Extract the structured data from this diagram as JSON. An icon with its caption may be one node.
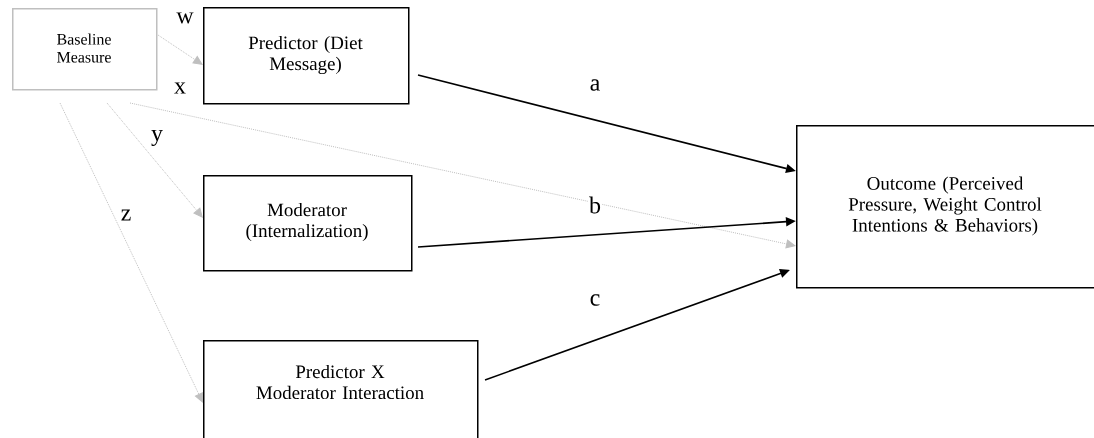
{
  "diagram": {
    "nodes": [
      {
        "text": [
          "Baseline Measure"
        ]
      },
      {
        "text": [
          "Predictor (Diet Message)"
        ]
      },
      {
        "text": [
          "Moderator (Internalization)"
        ]
      },
      {
        "text": [
          "Predictor X Moderator Interaction"
        ]
      },
      {
        "text": [
          "Outcome (Perceived Pressure, Weight Control Intentions & Behaviors)"
        ]
      }
    ],
    "edges": [
      {
        "from": 0,
        "to": 1,
        "arrow": "to",
        "label": "w",
        "style": "dashed",
        "color": "#bfbfbf"
      },
      {
        "from": 0,
        "to": 4,
        "arrow": "to",
        "label": "x",
        "style": "dashed",
        "color": "#bfbfbf"
      },
      {
        "from": 0,
        "to": 2,
        "arrow": "to",
        "label": "y",
        "style": "dashed",
        "color": "#bfbfbf"
      },
      {
        "from": 0,
        "to": 3,
        "arrow": "to",
        "label": "z",
        "style": "dashed",
        "color": "#bfbfbf"
      },
      {
        "from": 1,
        "to": 4,
        "arrow": "to",
        "label": "a",
        "color": "#000000"
      },
      {
        "from": 2,
        "to": 4,
        "arrow": "to",
        "label": "b",
        "color": "#000000"
      },
      {
        "from": 3,
        "to": 4,
        "arrow": "to",
        "label": "c",
        "color": "#000000"
      }
    ]
  }
}
